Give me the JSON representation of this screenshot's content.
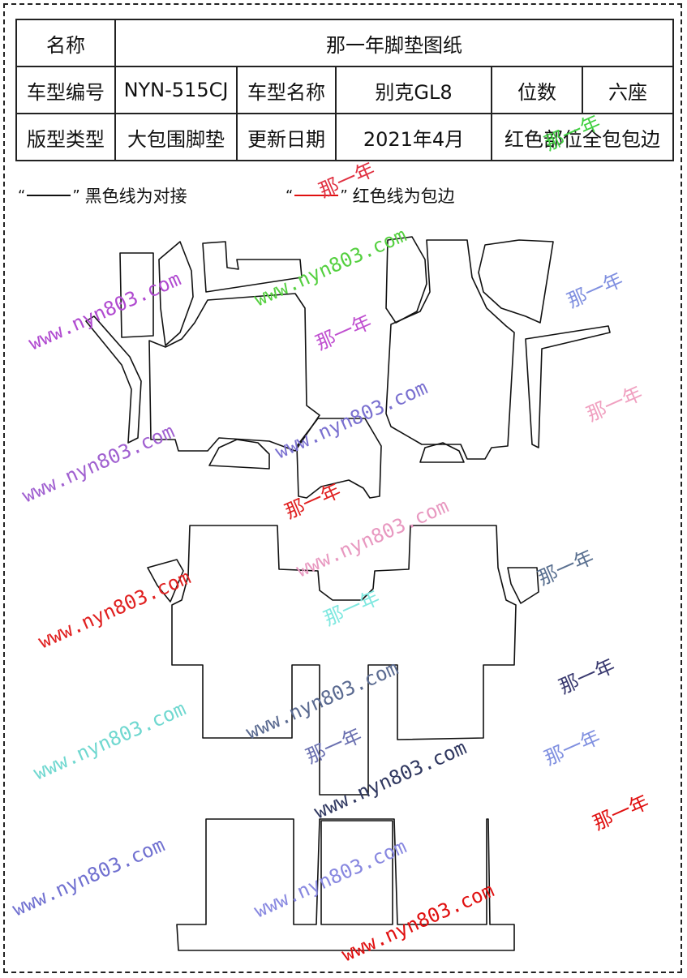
{
  "colors": {
    "black_line": "#111111",
    "red_line": "#e01010"
  },
  "table": {
    "row1": {
      "label": "名称",
      "value": "那一年脚垫图纸"
    },
    "row2": {
      "label1": "车型编号",
      "value1": "NYN-515CJ",
      "label2": "车型名称",
      "value2": "别克GL8",
      "label3": "位数",
      "value3": "六座"
    },
    "row3": {
      "label1": "版型类型",
      "value1": "大包围脚垫",
      "label2": "更新日期",
      "value2": "2021年4月",
      "value3": "红色部位全包包边"
    }
  },
  "legend": {
    "open_quote": "“",
    "close_quote": "”",
    "black_text": "黑色线为对接",
    "red_text": "红色线为包边"
  },
  "watermarks": {
    "url": "www.nyn803.com",
    "brand": "那一年"
  }
}
